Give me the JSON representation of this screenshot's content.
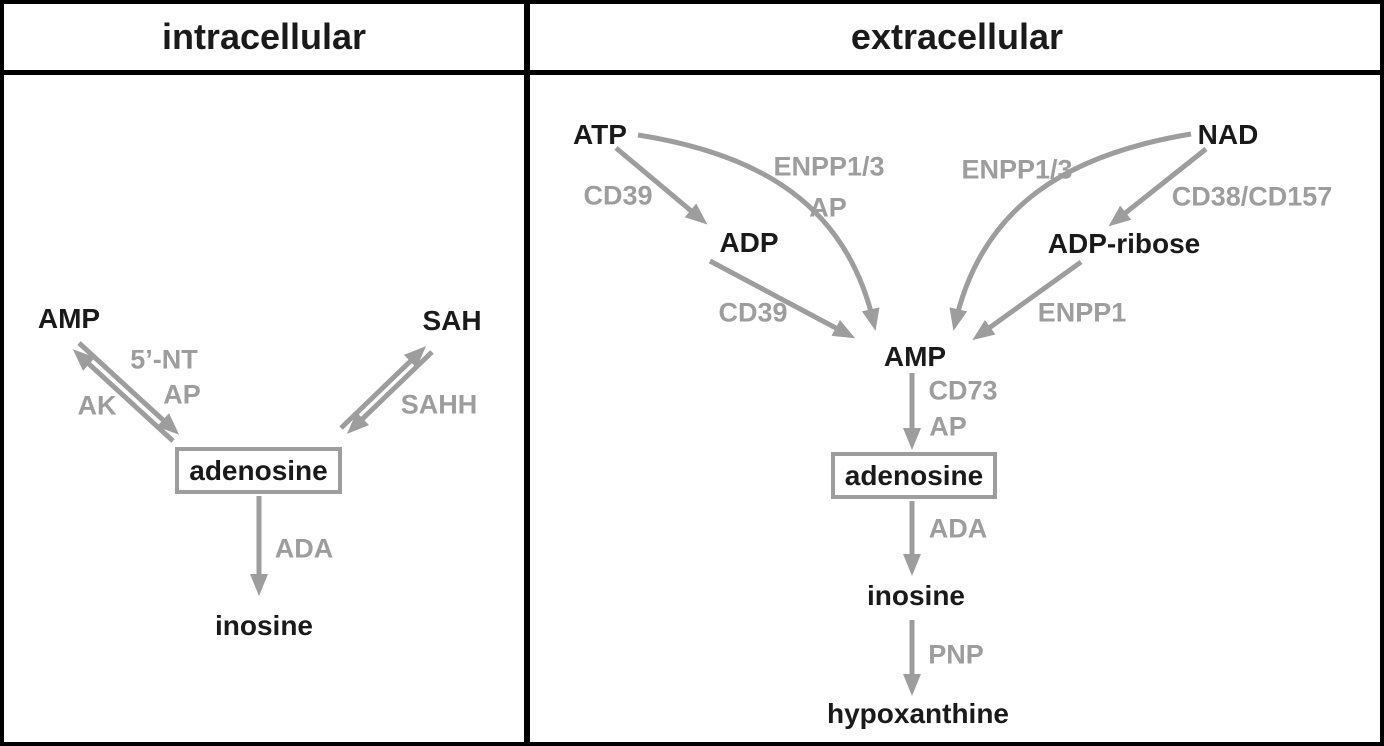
{
  "figure": {
    "type": "metabolic-pathway-diagram",
    "subject": "adenosine metabolism"
  },
  "colors": {
    "node_text": "#1a1a1a",
    "enzyme_and_arrow_gray": "#9d9d9d",
    "border": "#000000",
    "background": "#ffffff"
  },
  "intracellular": {
    "title": "intracellular",
    "nodes": {
      "amp": "AMP",
      "sah": "SAH",
      "adenosine": "adenosine",
      "inosine": "inosine"
    },
    "enzymes": {
      "nt5": "5’-NT",
      "ap": "AP",
      "ak": "AK",
      "sahh": "SAHH",
      "ada": "ADA"
    },
    "edges": [
      {
        "from": "AMP",
        "to": "adenosine",
        "bidirectional": true,
        "enzymes_forward": [
          "5’-NT",
          "AP"
        ],
        "enzymes_reverse": [
          "AK"
        ]
      },
      {
        "from": "SAH",
        "to": "adenosine",
        "bidirectional": true,
        "enzymes": [
          "SAHH"
        ]
      },
      {
        "from": "adenosine",
        "to": "inosine",
        "bidirectional": false,
        "enzymes": [
          "ADA"
        ]
      }
    ]
  },
  "extracellular": {
    "title": "extracellular",
    "nodes": {
      "atp": "ATP",
      "adp": "ADP",
      "nad": "NAD",
      "adp_ribose": "ADP-ribose",
      "amp": "AMP",
      "adenosine": "adenosine",
      "inosine": "inosine",
      "hypoxanthine": "hypoxanthine"
    },
    "enzymes": {
      "cd39_top": "CD39",
      "enpp13_left": "ENPP1/3",
      "ap_left": "AP",
      "enpp13_right": "ENPP1/3",
      "cd38_cd157": "CD38/CD157",
      "cd39_mid": "CD39",
      "enpp1": "ENPP1",
      "cd73": "CD73",
      "ap_mid": "AP",
      "ada": "ADA",
      "pnp": "PNP"
    },
    "edges": [
      {
        "from": "ATP",
        "to": "ADP",
        "bidirectional": false,
        "enzymes": [
          "CD39"
        ]
      },
      {
        "from": "ATP",
        "to": "AMP",
        "bidirectional": false,
        "enzymes": [
          "ENPP1/3",
          "AP"
        ]
      },
      {
        "from": "ADP",
        "to": "AMP",
        "bidirectional": false,
        "enzymes": [
          "CD39"
        ]
      },
      {
        "from": "NAD",
        "to": "ADP-ribose",
        "bidirectional": false,
        "enzymes": [
          "CD38/CD157"
        ]
      },
      {
        "from": "NAD",
        "to": "AMP",
        "bidirectional": false,
        "enzymes": [
          "ENPP1/3"
        ]
      },
      {
        "from": "ADP-ribose",
        "to": "AMP",
        "bidirectional": false,
        "enzymes": [
          "ENPP1"
        ]
      },
      {
        "from": "AMP",
        "to": "adenosine",
        "bidirectional": false,
        "enzymes": [
          "CD73",
          "AP"
        ]
      },
      {
        "from": "adenosine",
        "to": "inosine",
        "bidirectional": false,
        "enzymes": [
          "ADA"
        ]
      },
      {
        "from": "inosine",
        "to": "hypoxanthine",
        "bidirectional": false,
        "enzymes": [
          "PNP"
        ]
      }
    ]
  }
}
